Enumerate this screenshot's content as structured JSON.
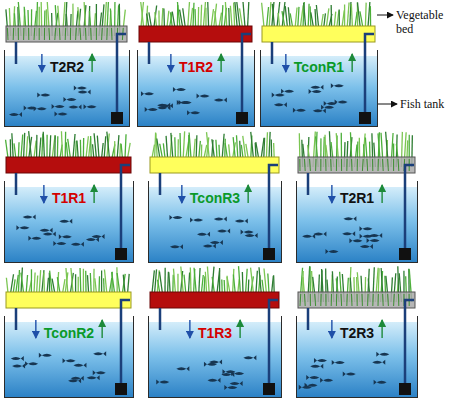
{
  "diagram": {
    "nodes": [
      {
        "text": [
          "T2R2"
        ]
      },
      {
        "text": [
          "T1R2"
        ]
      },
      {
        "text": [
          "TconR1"
        ]
      },
      {
        "text": [
          "T1R1"
        ]
      },
      {
        "text": [
          "TconR3"
        ]
      },
      {
        "text": [
          "T2R1"
        ]
      },
      {
        "text": [
          "TconR2"
        ]
      },
      {
        "text": [
          "T1R3"
        ]
      },
      {
        "text": [
          "T2R3"
        ]
      }
    ],
    "labels": [
      "Vegetable bed",
      "Fish tank"
    ]
  }
}
